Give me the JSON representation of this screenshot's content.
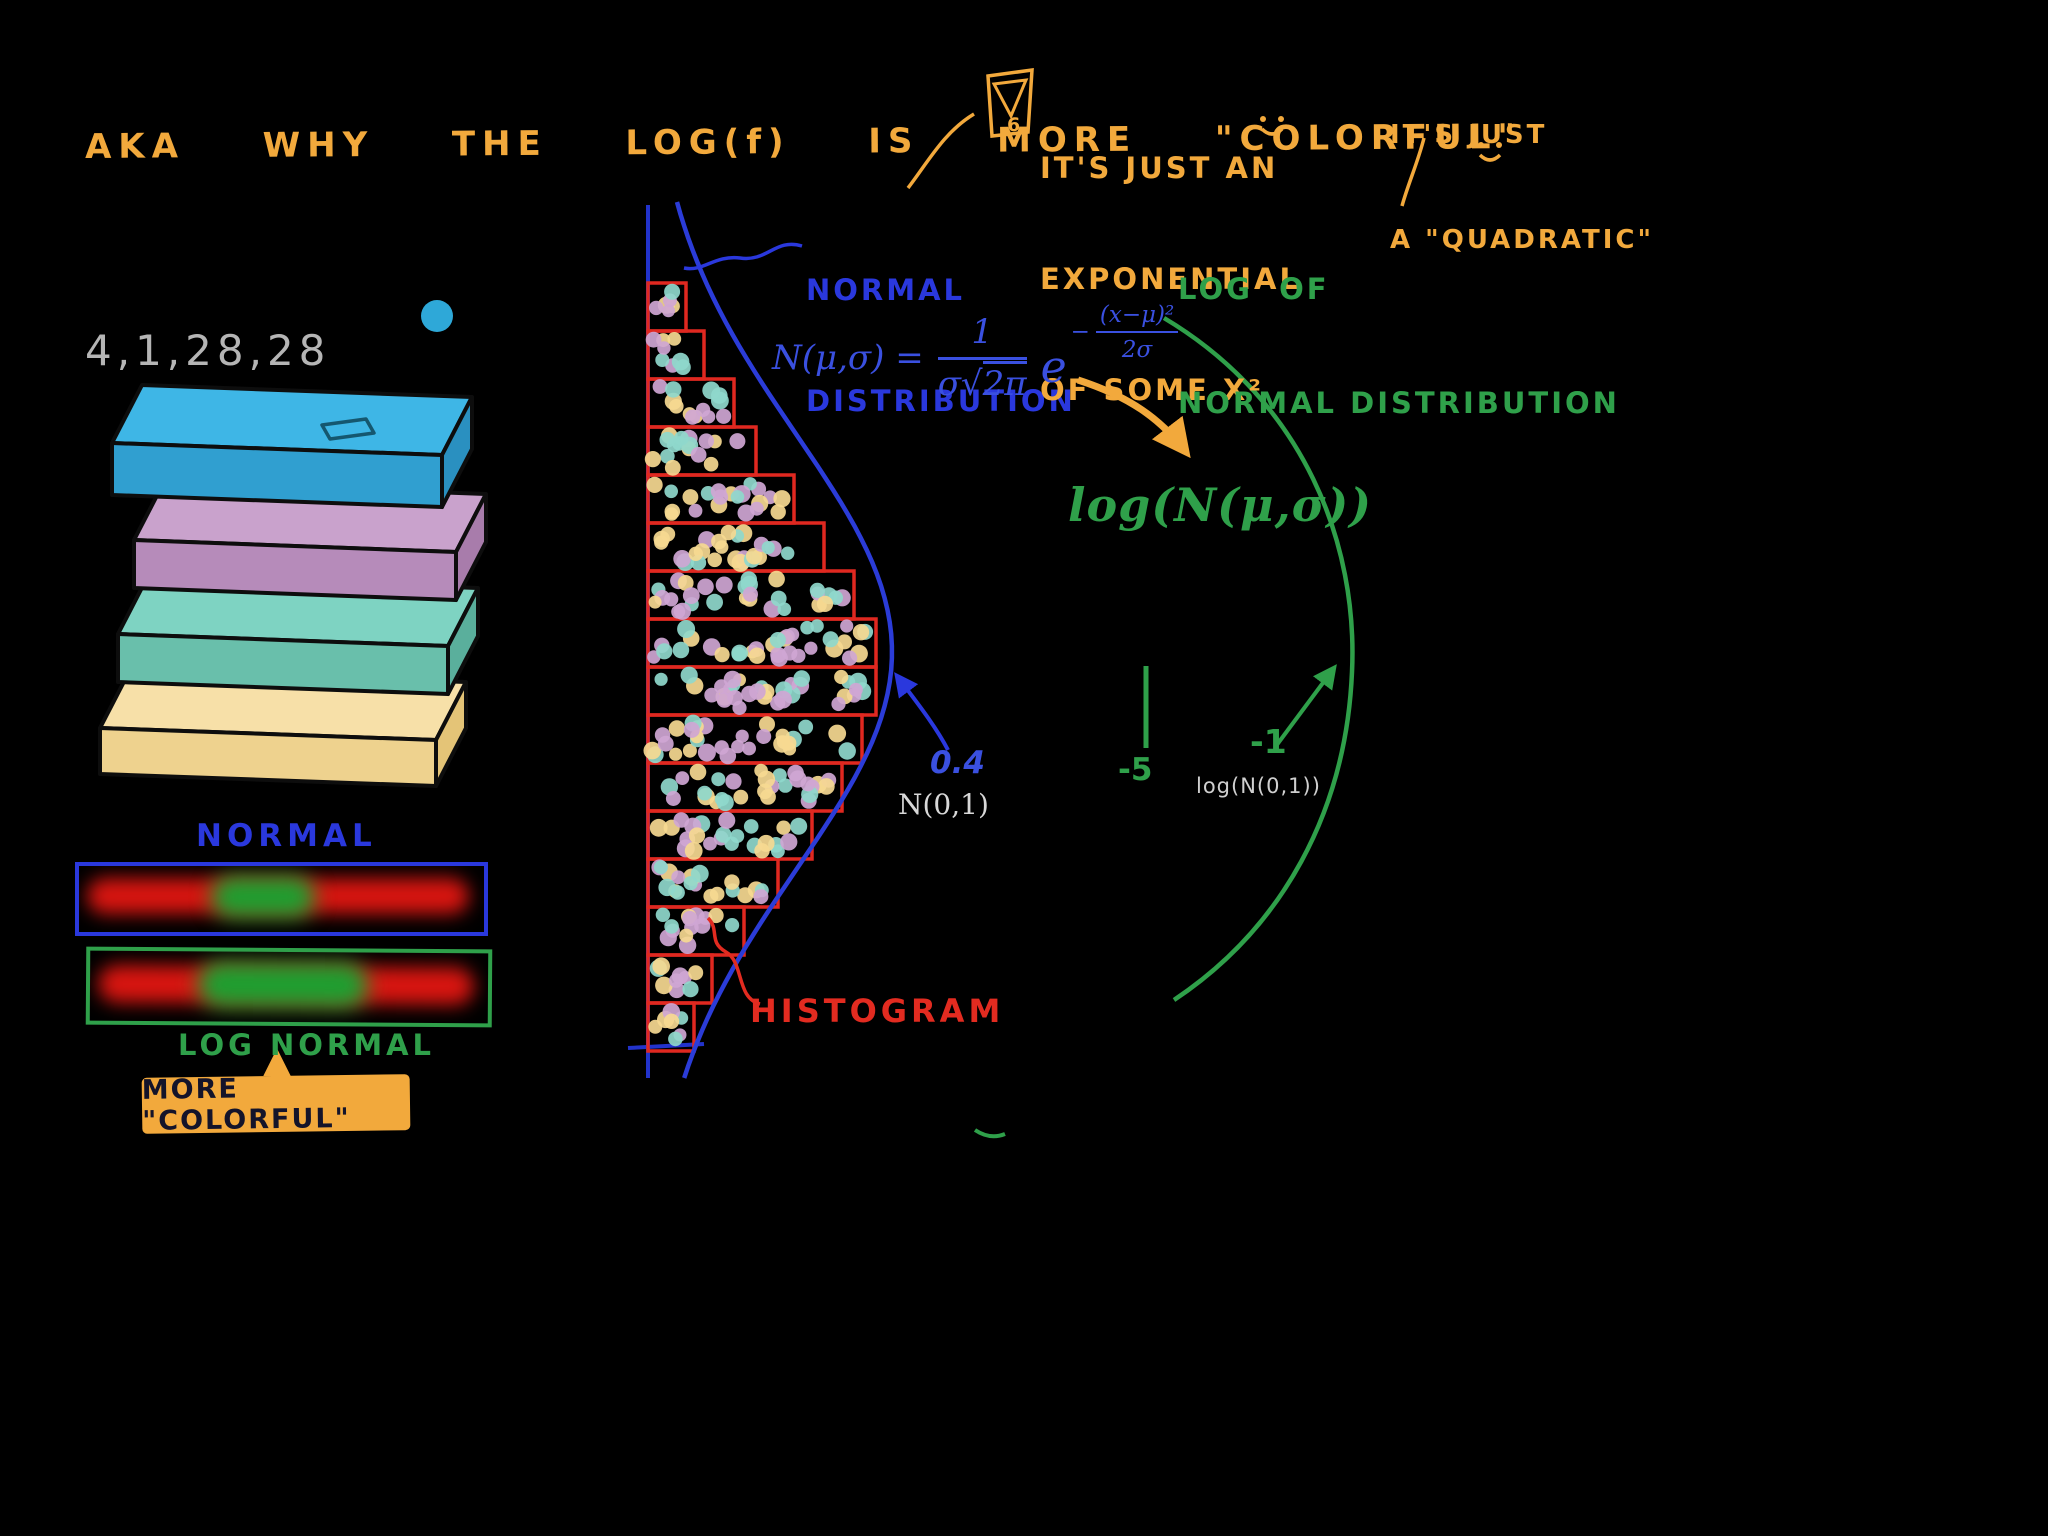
{
  "colors": {
    "orange": "#f2a93c",
    "blue_label": "#2a38dd",
    "blue_formula": "#3a50e0",
    "green": "#2fa04a",
    "red": "#e22b20",
    "gray": "#b5b5b5",
    "layer_blue": "#3eb6e6",
    "layer_purple": "#c9a2cc",
    "layer_teal": "#7ed3c2",
    "layer_yellow": "#f7e0a8",
    "dot_teal": "#8fd8cc",
    "dot_plum": "#cfa6d4",
    "dot_sand": "#f6d991"
  },
  "header": {
    "title": "AKA  WHY  THE  LOG(f)  IS  MORE  \"COLORFUL\""
  },
  "tensor": {
    "shape": "4,1,28,28"
  },
  "strips": {
    "normal_label": "NORMAL",
    "log_normal_label": "LOG NORMAL",
    "more_colorful_label": "MORE \"COLORFUL\""
  },
  "notes": {
    "normal_distribution": [
      "NORMAL",
      "DISTRIBUTION"
    ],
    "exponential": [
      "IT'S JUST AN",
      "EXPONENTIAL",
      "OF SOME X²"
    ],
    "quadratic": [
      "IT'S JUST",
      "A \"QUADRATIC\""
    ],
    "log_of_normal": [
      "LOG  OF",
      "NORMAL DISTRIBUTION"
    ],
    "histogram": "HISTOGRAM"
  },
  "formula": {
    "lhs": "N(μ,σ) =",
    "numerator": "1",
    "den_pre": "σ√",
    "den_rad": "2π",
    "e": "e",
    "exp_sign": "−",
    "exp_num": "(x−μ)²",
    "exp_den": "2σ"
  },
  "log_formula": "log(N(μ,σ))",
  "values": {
    "peak": "0.4",
    "dist": "N(0,1)",
    "min_x": "-5",
    "neg_one": "-1",
    "log_n01": "log(N(0,1))"
  },
  "icons": {
    "funnel_badge": "6"
  }
}
